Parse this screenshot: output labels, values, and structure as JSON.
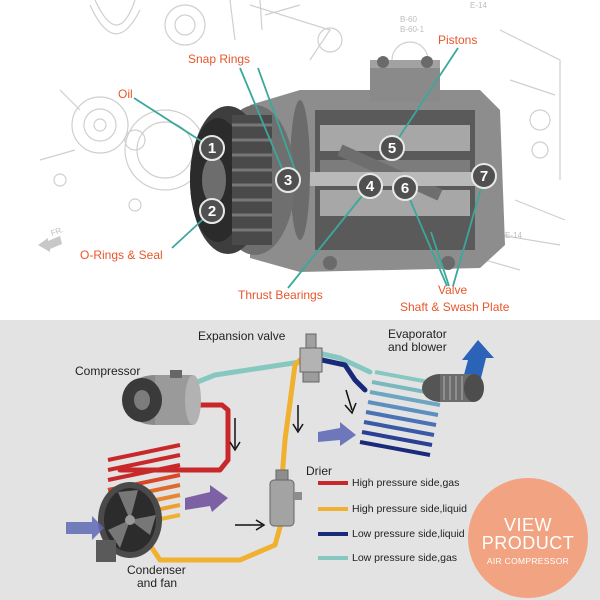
{
  "compressor_diagram": {
    "labels": {
      "oil": "Oil",
      "snap_rings": "Snap Rings",
      "pistons": "Pistons",
      "o_rings_seal": "O-Rings & Seal",
      "thrust_bearings": "Thrust Bearings",
      "valve": "Valve",
      "shaft_swash_plate": "Shaft & Swash Plate"
    },
    "numbers": [
      "1",
      "2",
      "3",
      "4",
      "5",
      "6",
      "7"
    ],
    "background_text": [
      "E-14",
      "B-60",
      "B-60-1",
      "FR.",
      "E-14"
    ]
  },
  "ac_system_diagram": {
    "labels": {
      "expansion_valve": "Expansion valve",
      "evaporator_line1": "Evaporator",
      "evaporator_line2": "and blower",
      "compressor": "Compressor",
      "drier": "Drier",
      "condenser_line1": "Condenser",
      "condenser_line2": "and fan"
    },
    "legend": [
      {
        "label": "High pressure side,gas",
        "color": "#c8282a"
      },
      {
        "label": "High pressure side,liquid",
        "color": "#f0b030"
      },
      {
        "label": "Low pressure side,liquid",
        "color": "#1a2a7a"
      },
      {
        "label": "Low pressure side,gas",
        "color": "#86c8c0"
      }
    ]
  },
  "view_product_badge": {
    "line1": "VIEW",
    "line2": "PRODUCT",
    "subtitle": "AIR COMPRESSOR",
    "color": "#f1a382"
  },
  "colors": {
    "label_orange": "#e8562a",
    "leader_teal": "#3aa89a",
    "bottom_bg": "#e3e3e3"
  }
}
